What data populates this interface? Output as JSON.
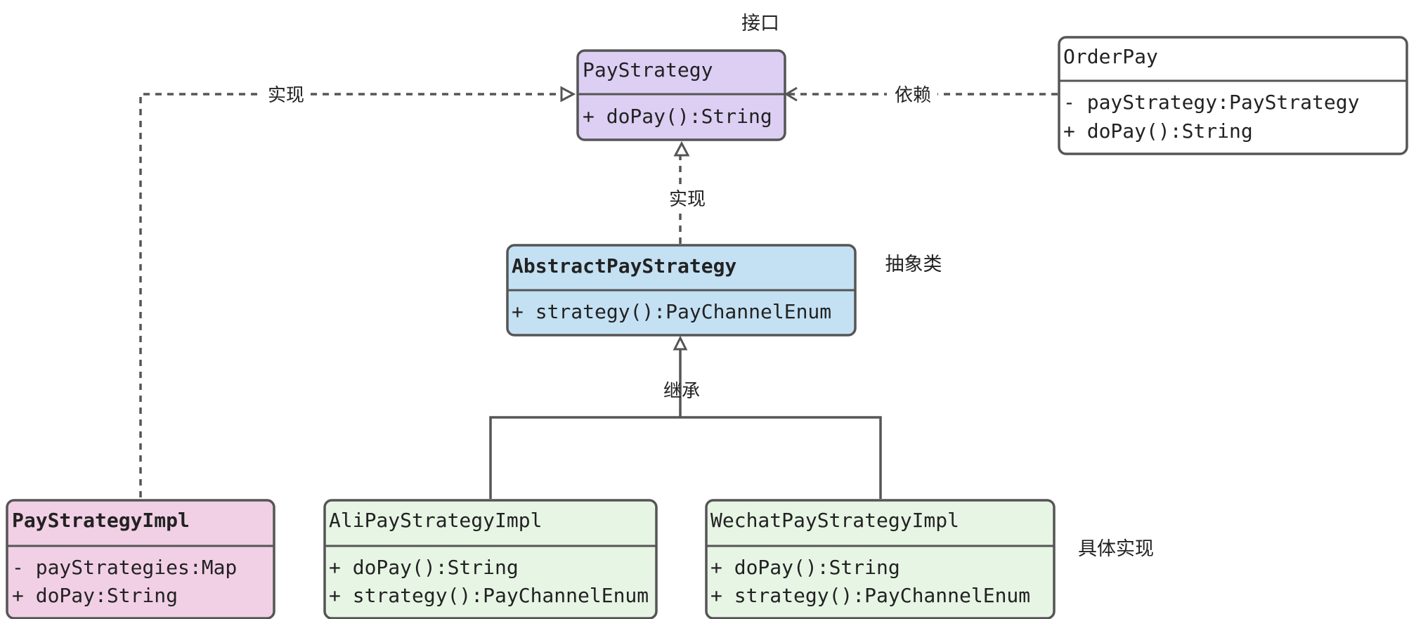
{
  "annotations": {
    "interface": "接口",
    "abstract": "抽象类",
    "concrete": "具体实现"
  },
  "edges": {
    "impl_left": "实现",
    "depends": "依赖",
    "impl_center": "实现",
    "inherit": "继承"
  },
  "classes": {
    "pay_strategy": {
      "name": "PayStrategy",
      "members": [
        "+ doPay():String"
      ],
      "fill": "#dccff3"
    },
    "order_pay": {
      "name": "OrderPay",
      "members": [
        "- payStrategy:PayStrategy",
        "+ doPay():String"
      ],
      "fill": "#ffffff"
    },
    "abstract_pay_strategy": {
      "name": "AbstractPayStrategy",
      "members": [
        "+ strategy():PayChannelEnum"
      ],
      "fill": "#c4e1f3"
    },
    "pay_strategy_impl": {
      "name": "PayStrategyImpl",
      "members": [
        "- payStrategies:Map",
        "+ doPay:String"
      ],
      "fill": "#f1d0e6"
    },
    "ali_pay_strategy_impl": {
      "name": "AliPayStrategyImpl",
      "members": [
        "+ doPay():String",
        "+ strategy():PayChannelEnum"
      ],
      "fill": "#e7f5e5"
    },
    "wechat_pay_strategy_impl": {
      "name": "WechatPayStrategyImpl",
      "members": [
        "+ doPay():String",
        "+ strategy():PayChannelEnum"
      ],
      "fill": "#e7f5e5"
    }
  }
}
